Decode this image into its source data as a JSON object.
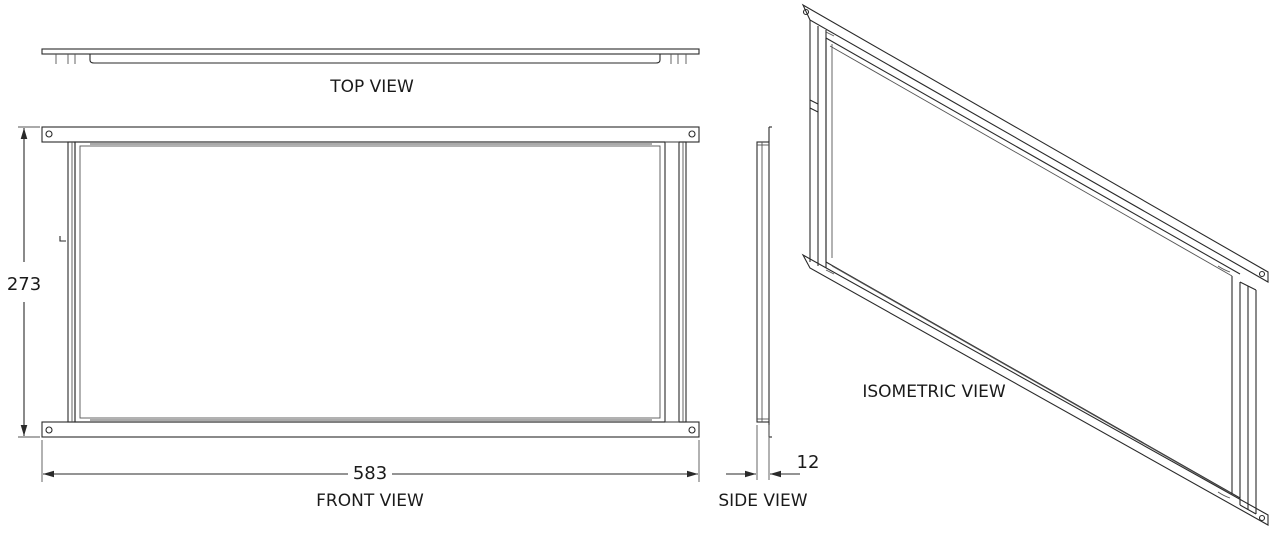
{
  "views": {
    "top": "TOP VIEW",
    "front": "FRONT VIEW",
    "side": "SIDE VIEW",
    "isometric": "ISOMETRIC VIEW"
  },
  "dimensions": {
    "height": "273",
    "width": "583",
    "depth": "12"
  },
  "colors": {
    "line": "#2a2a2a",
    "text": "#1a1a1a",
    "background": "#ffffff"
  }
}
